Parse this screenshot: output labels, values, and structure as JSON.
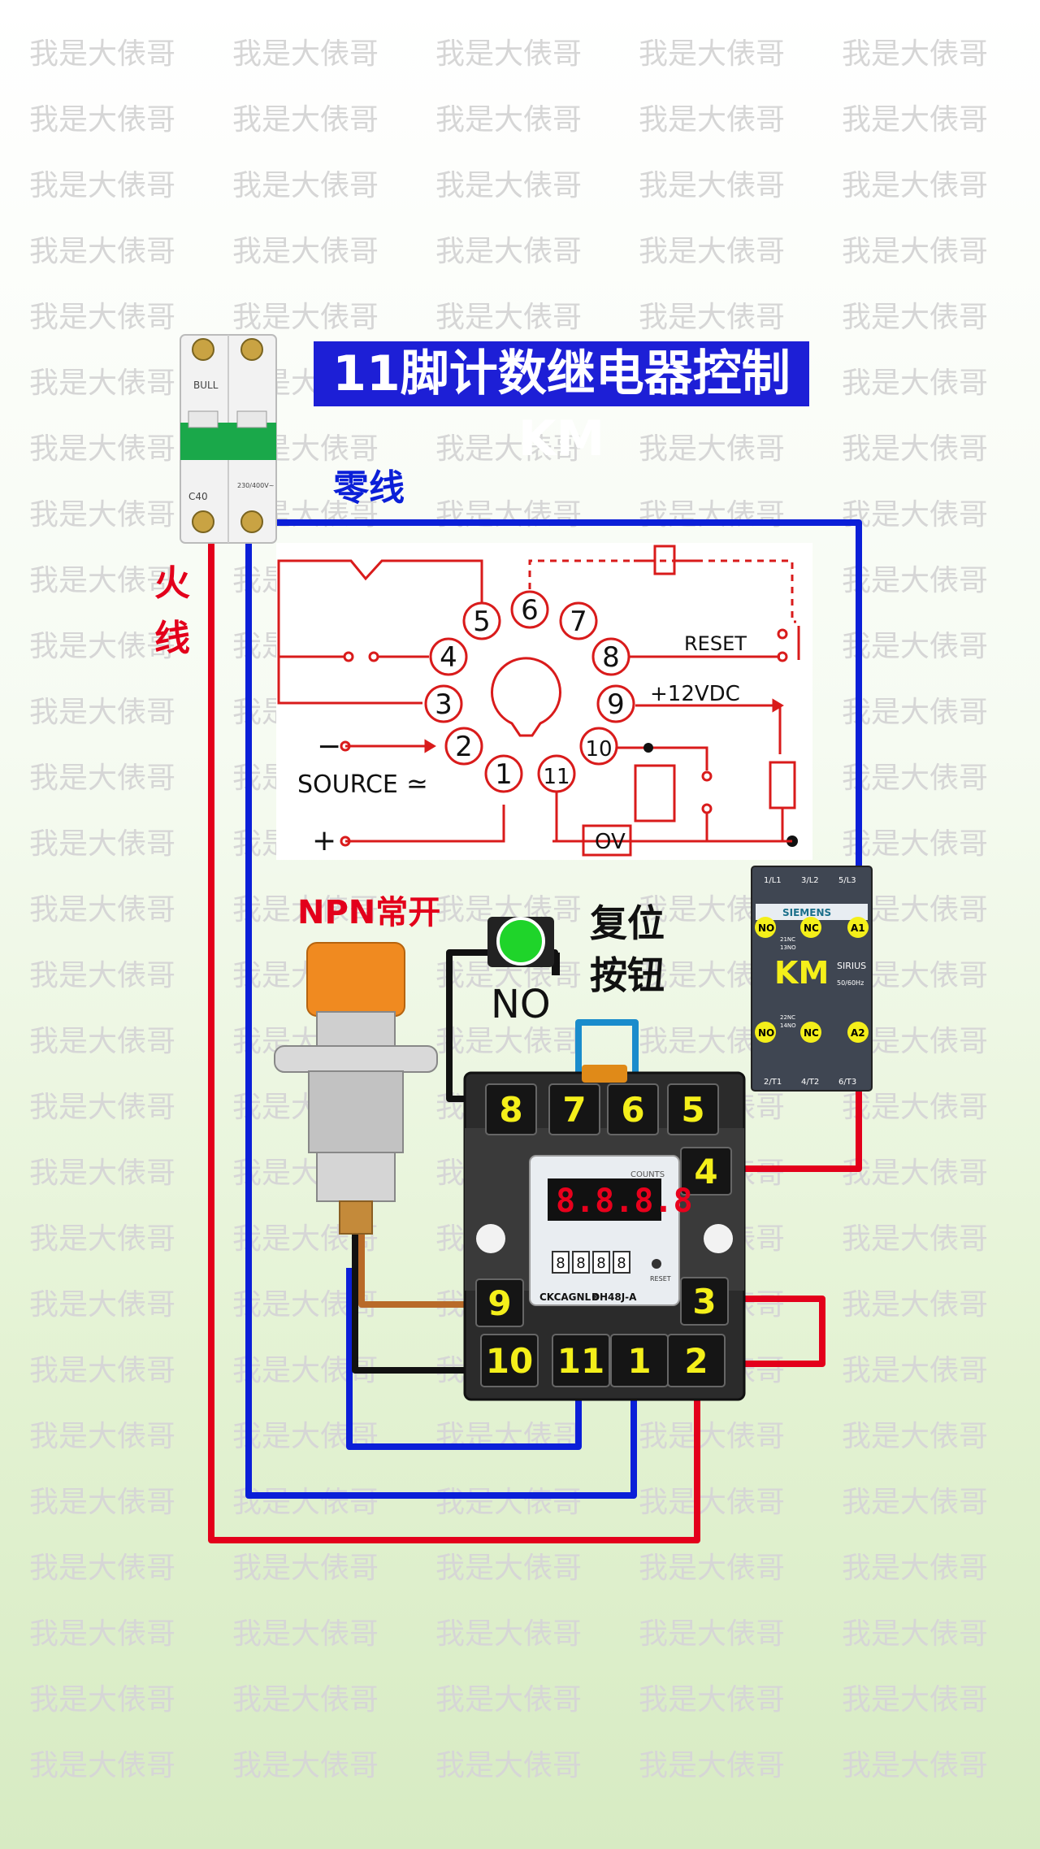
{
  "watermark": "我是大俵哥",
  "title": "11脚计数继电器控制KM",
  "labels": {
    "neutral": "零线",
    "live_1": "火",
    "live_2": "线",
    "npn": "NPN常开",
    "reset_btn_1": "复位",
    "reset_btn_2": "按钮",
    "no": "NO",
    "reset": "RESET",
    "vdc": "+12VDC",
    "source": "SOURCE",
    "ov": "OV",
    "plus": "+",
    "minus": "−"
  },
  "schematic_pins": [
    "1",
    "2",
    "3",
    "4",
    "5",
    "6",
    "7",
    "8",
    "9",
    "10",
    "11"
  ],
  "relay_top_pins": [
    "8",
    "7",
    "6",
    "5"
  ],
  "relay_pin_4": "4",
  "relay_pin_9": "9",
  "relay_pin_3": "3",
  "relay_bottom_pins": [
    "10",
    "11",
    "1",
    "2"
  ],
  "counter": {
    "display": "8.8.8.8",
    "dial": [
      "8",
      "8",
      "8",
      "8"
    ],
    "brand": "CKCAGNL®",
    "model": "DH48J-A",
    "counts": "COUNTS",
    "reset_small": "RESET"
  },
  "contactor": {
    "brand": "SIEMENS",
    "label": "KM",
    "series": "SIRIUS",
    "a1": "A1",
    "a2": "A2",
    "no": "NO",
    "nc": "NC",
    "top_terms": [
      "1/L1",
      "3/L2",
      "5/L3"
    ],
    "bottom_terms": [
      "2/T1",
      "4/T2",
      "6/T3"
    ],
    "no_13": "13NO",
    "no_21": "21NC",
    "nc_22": "22NC",
    "no_14": "14NO",
    "freq": "50/60Hz"
  },
  "breaker": {
    "brand": "BULL",
    "rating": "C40",
    "spec": "230/400V~"
  },
  "colors": {
    "live": "#e3001b",
    "neutral": "#0b1fd8",
    "title_bg": "#1d1fd6",
    "schematic": "#d91b1b",
    "pin_text": "#f4ef1a",
    "relay_body": "#2a2a2a",
    "display": "#d4001a",
    "sensor": "#f08a20",
    "button": "#1fd42a",
    "jumper": "#1a8ccc",
    "brown": "#b86a28"
  }
}
